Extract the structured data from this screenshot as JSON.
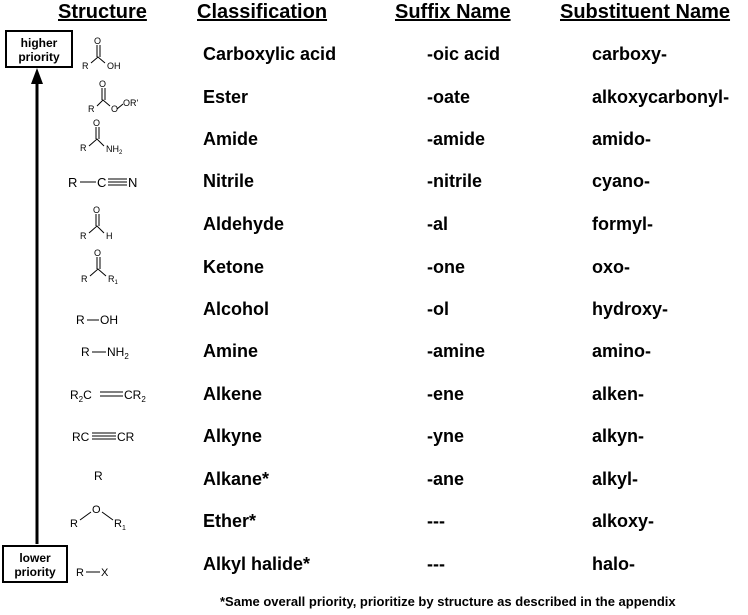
{
  "headers": {
    "structure": "Structure",
    "classification": "Classification",
    "suffix": "Suffix Name",
    "substituent": "Substituent Name"
  },
  "priority": {
    "higher": "higher\npriority",
    "lower": "lower\npriority"
  },
  "rows": [
    {
      "structure": "carboxylic-acid-structure",
      "classification": "Carboxylic acid",
      "suffix": "-oic acid",
      "substituent": "carboxy-"
    },
    {
      "structure": "ester-structure",
      "classification": "Ester",
      "suffix": "-oate",
      "substituent": "alkoxycarbonyl-"
    },
    {
      "structure": "amide-structure",
      "classification": "Amide",
      "suffix": "-amide",
      "substituent": "amido-"
    },
    {
      "structure": "nitrile-structure",
      "classification": "Nitrile",
      "suffix": "-nitrile",
      "substituent": "cyano-"
    },
    {
      "structure": "aldehyde-structure",
      "classification": "Aldehyde",
      "suffix": "-al",
      "substituent": "formyl-"
    },
    {
      "structure": "ketone-structure",
      "classification": "Ketone",
      "suffix": "-one",
      "substituent": "oxo-"
    },
    {
      "structure": "alcohol-structure",
      "classification": "Alcohol",
      "suffix": "-ol",
      "substituent": "hydroxy-"
    },
    {
      "structure": "amine-structure",
      "classification": "Amine",
      "suffix": "-amine",
      "substituent": "amino-"
    },
    {
      "structure": "alkene-structure",
      "classification": "Alkene",
      "suffix": "-ene",
      "substituent": "alken-"
    },
    {
      "structure": "alkyne-structure",
      "classification": "Alkyne",
      "suffix": "-yne",
      "substituent": "alkyn-"
    },
    {
      "structure": "alkane-structure",
      "classification": "Alkane*",
      "suffix": "-ane",
      "substituent": "alkyl-"
    },
    {
      "structure": "ether-structure",
      "classification": "Ether*",
      "suffix": "---",
      "substituent": "alkoxy-"
    },
    {
      "structure": "alkyl-halide-structure",
      "classification": "Alkyl halide*",
      "suffix": "---",
      "substituent": "halo-"
    }
  ],
  "footnote": "*Same overall priority, prioritize by structure as described in the appendix"
}
